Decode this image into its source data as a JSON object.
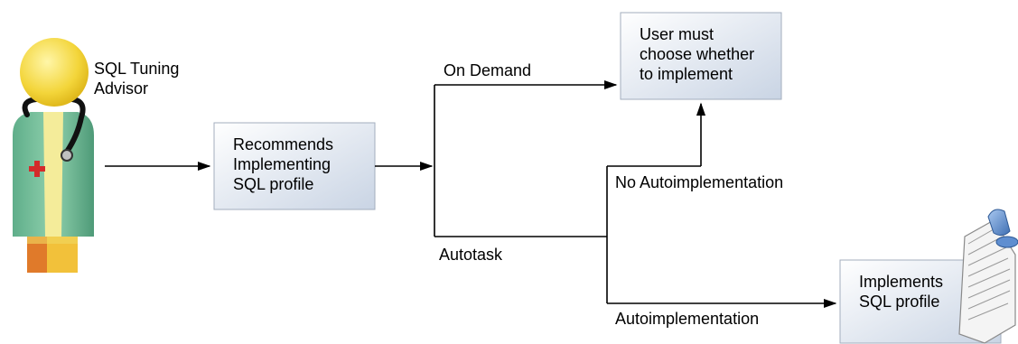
{
  "actor": {
    "label_line1": "SQL Tuning",
    "label_line2": "Advisor",
    "icon": "doctor-advisor-icon"
  },
  "boxes": {
    "recommends": {
      "line1": "Recommends",
      "line2": "Implementing",
      "line3": "SQL profile"
    },
    "user_choice": {
      "line1": "User must",
      "line2": "choose whether",
      "line3": "to implement"
    },
    "implements": {
      "line1": "Implements",
      "line2": "SQL profile",
      "icon": "document-pushpin-icon"
    }
  },
  "edges": {
    "on_demand": "On Demand",
    "autotask": "Autotask",
    "no_autoimplementation": "No Autoimplementation",
    "autoimplementation": "Autoimplementation"
  },
  "colors": {
    "box_fill_top": "#ffffff",
    "box_fill_bottom": "#cdd7e6",
    "box_border": "#9aa7b8",
    "line": "#000000"
  }
}
